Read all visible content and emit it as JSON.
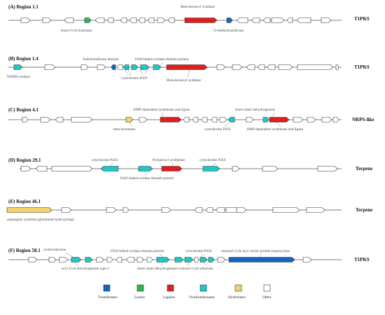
{
  "colors": {
    "transferases": "#1565c0",
    "lyases": "#2db84b",
    "ligases": "#e01e1e",
    "oxidoreductases": "#1ec8c8",
    "hydrolases": "#f2d46a",
    "other": "#ffffff"
  },
  "regions": [
    {
      "title": "(A) Region 1.1",
      "type": "T1PKS",
      "labels": [
        {
          "text": "Beta-ketoacyl synthase"
        },
        {
          "text": "enoyl-CoA hydratase"
        },
        {
          "text": "O-methyltransferase"
        }
      ]
    },
    {
      "title": "(B) Region 1.4",
      "type": "T1PKS",
      "labels": [
        {
          "text": "Sulfotransferase domain"
        },
        {
          "text": "FAD-linked oxidase domain protein"
        },
        {
          "text": "NADH oxidase"
        },
        {
          "text": "cytochrome P450"
        },
        {
          "text": "Beta-ketoacyl synthase"
        }
      ]
    },
    {
      "title": "(C) Region 4.1",
      "type": "NRPS-like",
      "labels": [
        {
          "text": "AMP-dependent synthetase and ligase"
        },
        {
          "text": "short-chain dehydrogenase"
        },
        {
          "text": "beta-lactamase"
        },
        {
          "text": "cytochrome P450"
        },
        {
          "text": "AMP-dependent synthetase and ligase"
        }
      ]
    },
    {
      "title": "(D) Region 29.1",
      "type": "Terpene",
      "labels": [
        {
          "text": "cytochrome P450"
        },
        {
          "text": "Polyprenyl synthetase"
        },
        {
          "text": "cytochrome P450"
        },
        {
          "text": "FAD-linked oxidase domain protein"
        }
      ]
    },
    {
      "title": "(E) Region 46.1",
      "type": "Terpene",
      "labels": [
        {
          "text": "asparagine synthase (glutamine-hydrolyzing)"
        }
      ]
    },
    {
      "title": "(F) Region 58.1",
      "type": "T1PKS",
      "labels": [
        {
          "text": "oxidoreductase"
        },
        {
          "text": "FAD-linked oxidase domain protein"
        },
        {
          "text": "cytochrome P450"
        },
        {
          "text": "malonyl CoA-acyl carrier protein transacylase"
        },
        {
          "text": "acyl-CoA dehydrogenase type 2"
        },
        {
          "text": "short-chain dehydrogenase"
        },
        {
          "text": "crotonyl-CoA reductase"
        }
      ]
    }
  ],
  "legend": [
    {
      "key": "transferases",
      "label": "Transferases"
    },
    {
      "key": "lyases",
      "label": "Lyases"
    },
    {
      "key": "ligases",
      "label": "Ligases"
    },
    {
      "key": "oxidoreductases",
      "label": "Oxidoreductases"
    },
    {
      "key": "hydrolases",
      "label": "Hydrolases"
    },
    {
      "key": "other",
      "label": "Other"
    }
  ]
}
